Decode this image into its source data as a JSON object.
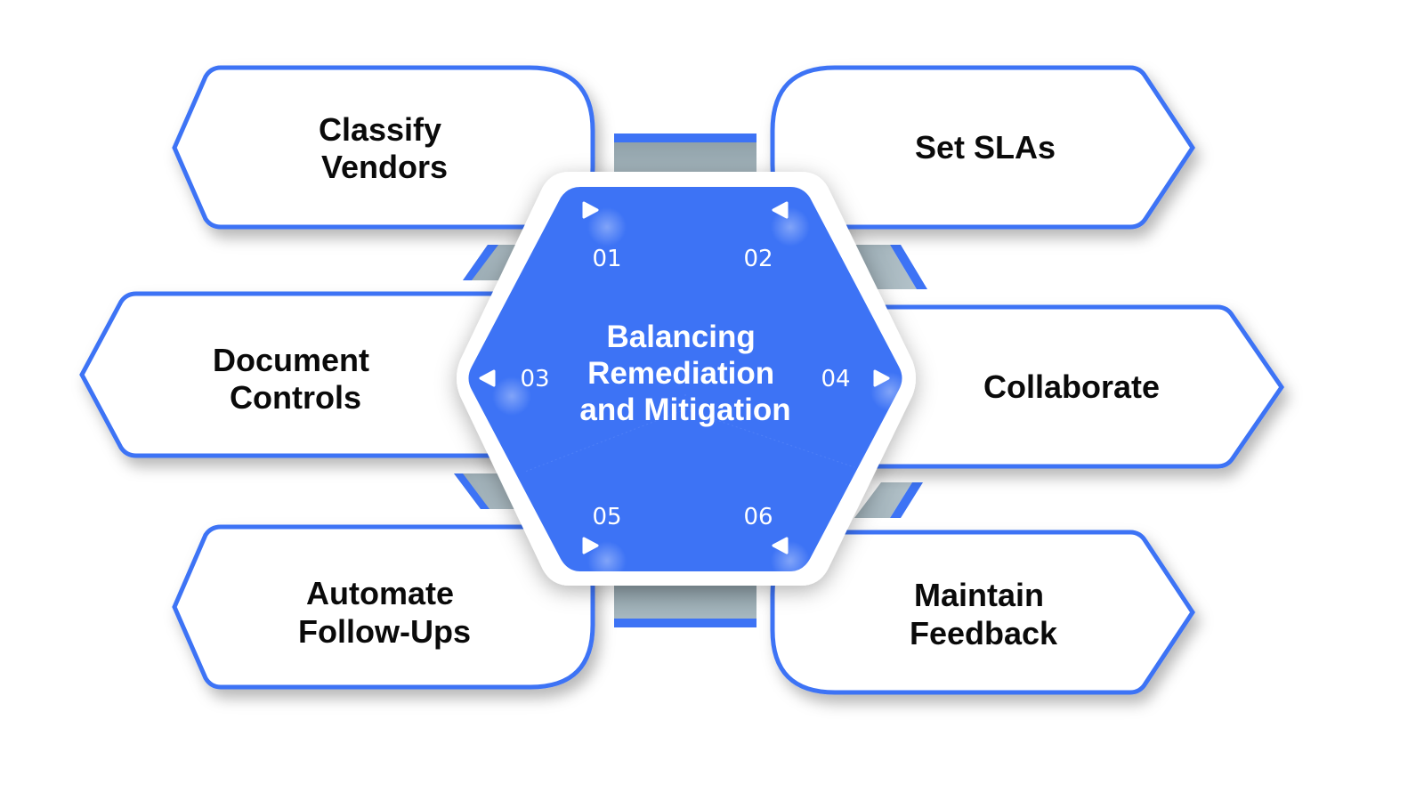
{
  "diagram": {
    "center_title_lines": [
      "Balancing",
      "Remediation",
      "and Mitigation"
    ],
    "colors": {
      "accent": "#3d73f5",
      "connector_gray": "#a9bac1",
      "card_fill": "#ffffff",
      "text": "#0a0a0a"
    },
    "steps": [
      {
        "number": "01",
        "lines": [
          "Classify",
          "Vendors"
        ],
        "arrow": "right"
      },
      {
        "number": "02",
        "lines": [
          "Set SLAs"
        ],
        "arrow": "left"
      },
      {
        "number": "03",
        "lines": [
          "Document",
          "Controls"
        ],
        "arrow": "left"
      },
      {
        "number": "04",
        "lines": [
          "Collaborate"
        ],
        "arrow": "right"
      },
      {
        "number": "05",
        "lines": [
          "Automate",
          "Follow-Ups"
        ],
        "arrow": "right"
      },
      {
        "number": "06",
        "lines": [
          "Maintain",
          "Feedback"
        ],
        "arrow": "left"
      }
    ]
  }
}
